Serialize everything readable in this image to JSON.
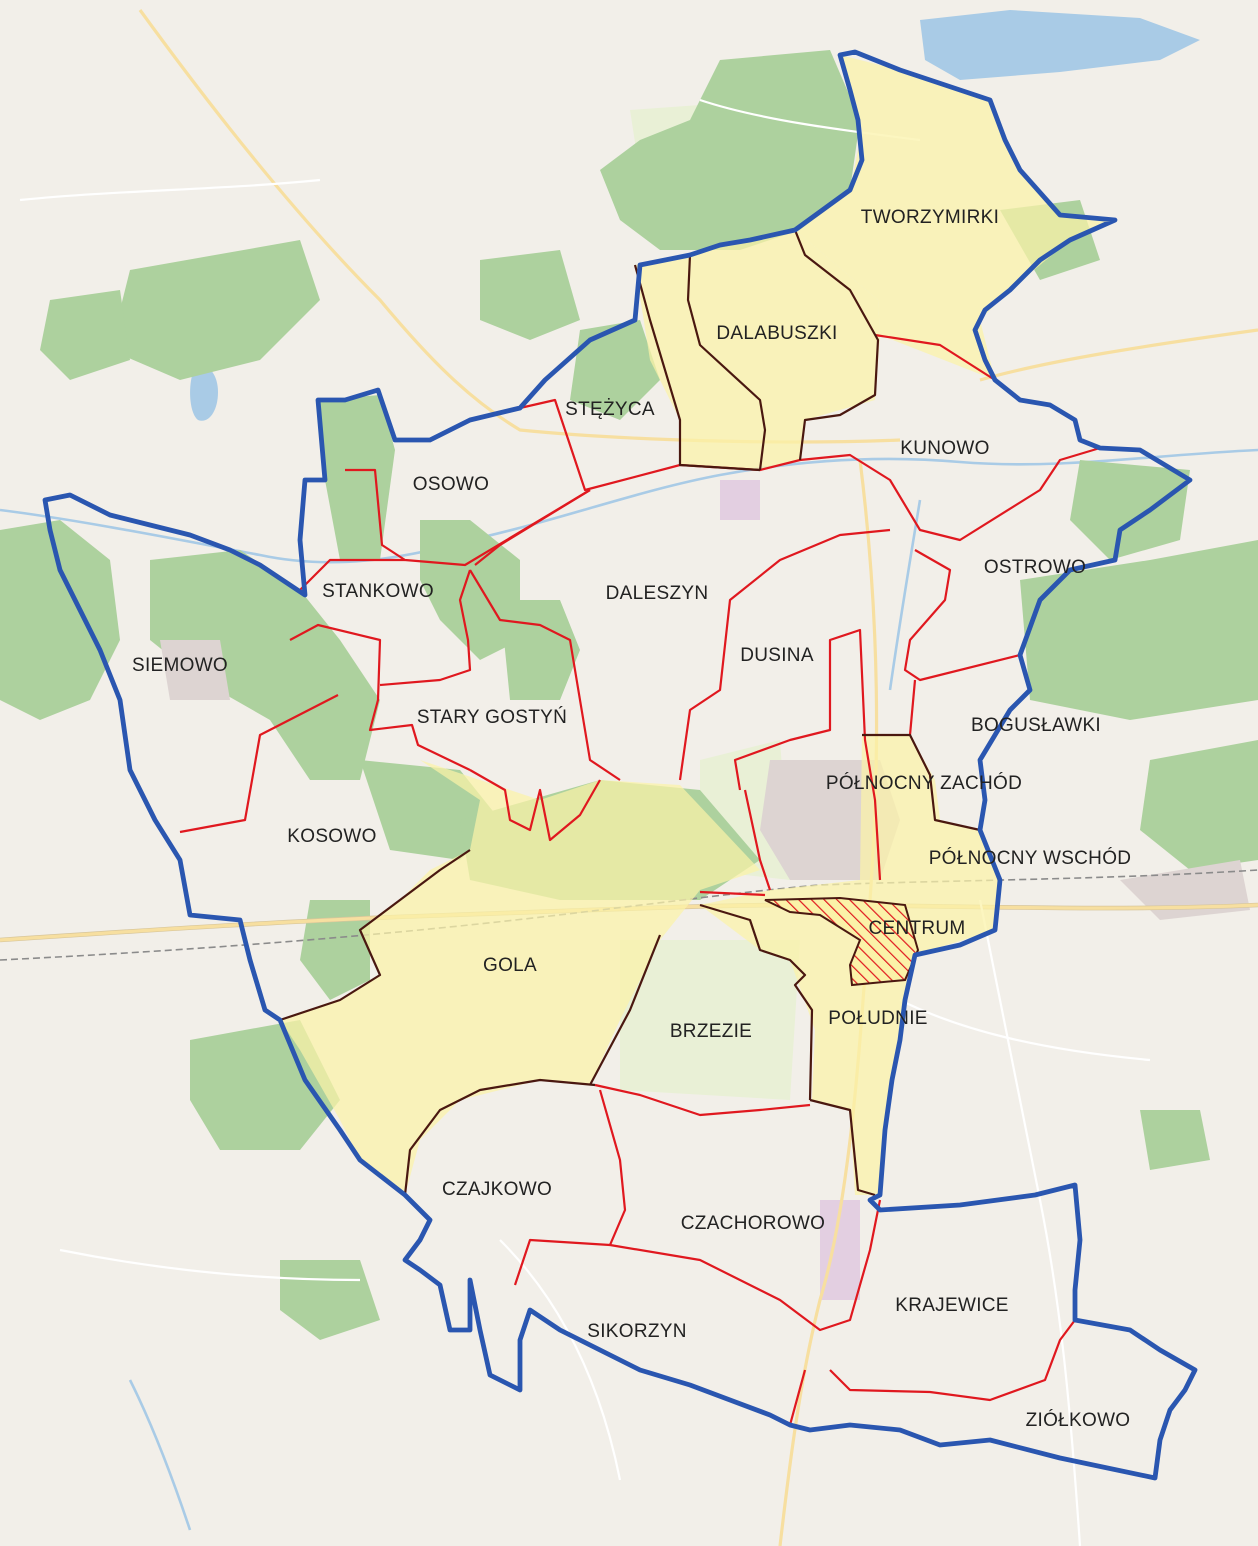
{
  "regions": [
    {
      "id": "tworzymirki",
      "label": "TWORZYMIRKI"
    },
    {
      "id": "dalabuszki",
      "label": "DALABUSZKI"
    },
    {
      "id": "stezyca",
      "label": "STĘŻYCA"
    },
    {
      "id": "kunowo",
      "label": "KUNOWO"
    },
    {
      "id": "osowo",
      "label": "OSOWO"
    },
    {
      "id": "ostrowo",
      "label": "OSTROWO"
    },
    {
      "id": "stankowo",
      "label": "STANKOWO"
    },
    {
      "id": "daleszyn",
      "label": "DALESZYN"
    },
    {
      "id": "siemowo",
      "label": "SIEMOWO"
    },
    {
      "id": "dusina",
      "label": "DUSINA"
    },
    {
      "id": "stary-gostyn",
      "label": "STARY GOSTYŃ"
    },
    {
      "id": "boguslawki",
      "label": "BOGUSŁAWKI"
    },
    {
      "id": "polnocny-zachod",
      "label": "PÓŁNOCNY ZACHÓD"
    },
    {
      "id": "kosowo",
      "label": "KOSOWO"
    },
    {
      "id": "polnocny-wschod",
      "label": "PÓŁNOCNY WSCHÓD"
    },
    {
      "id": "centrum",
      "label": "CENTRUM"
    },
    {
      "id": "gola",
      "label": "GOLA"
    },
    {
      "id": "poludnie",
      "label": "POŁUDNIE"
    },
    {
      "id": "brzezie",
      "label": "BRZEZIE"
    },
    {
      "id": "czajkowo",
      "label": "CZAJKOWO"
    },
    {
      "id": "czachorowo",
      "label": "CZACHOROWO"
    },
    {
      "id": "krajewice",
      "label": "KRAJEWICE"
    },
    {
      "id": "sikorzyn",
      "label": "SIKORZYN"
    },
    {
      "id": "ziolkowo",
      "label": "ZIÓŁKOWO"
    }
  ],
  "colors": {
    "background": "#f2efe9",
    "forest": "#add19e",
    "ward_fill": "#fbf2a8",
    "ward_border": "#e0181f",
    "urban_ward_border": "#4a1810",
    "municipality_border": "#2a56b0",
    "water": "#a9cbe6"
  }
}
